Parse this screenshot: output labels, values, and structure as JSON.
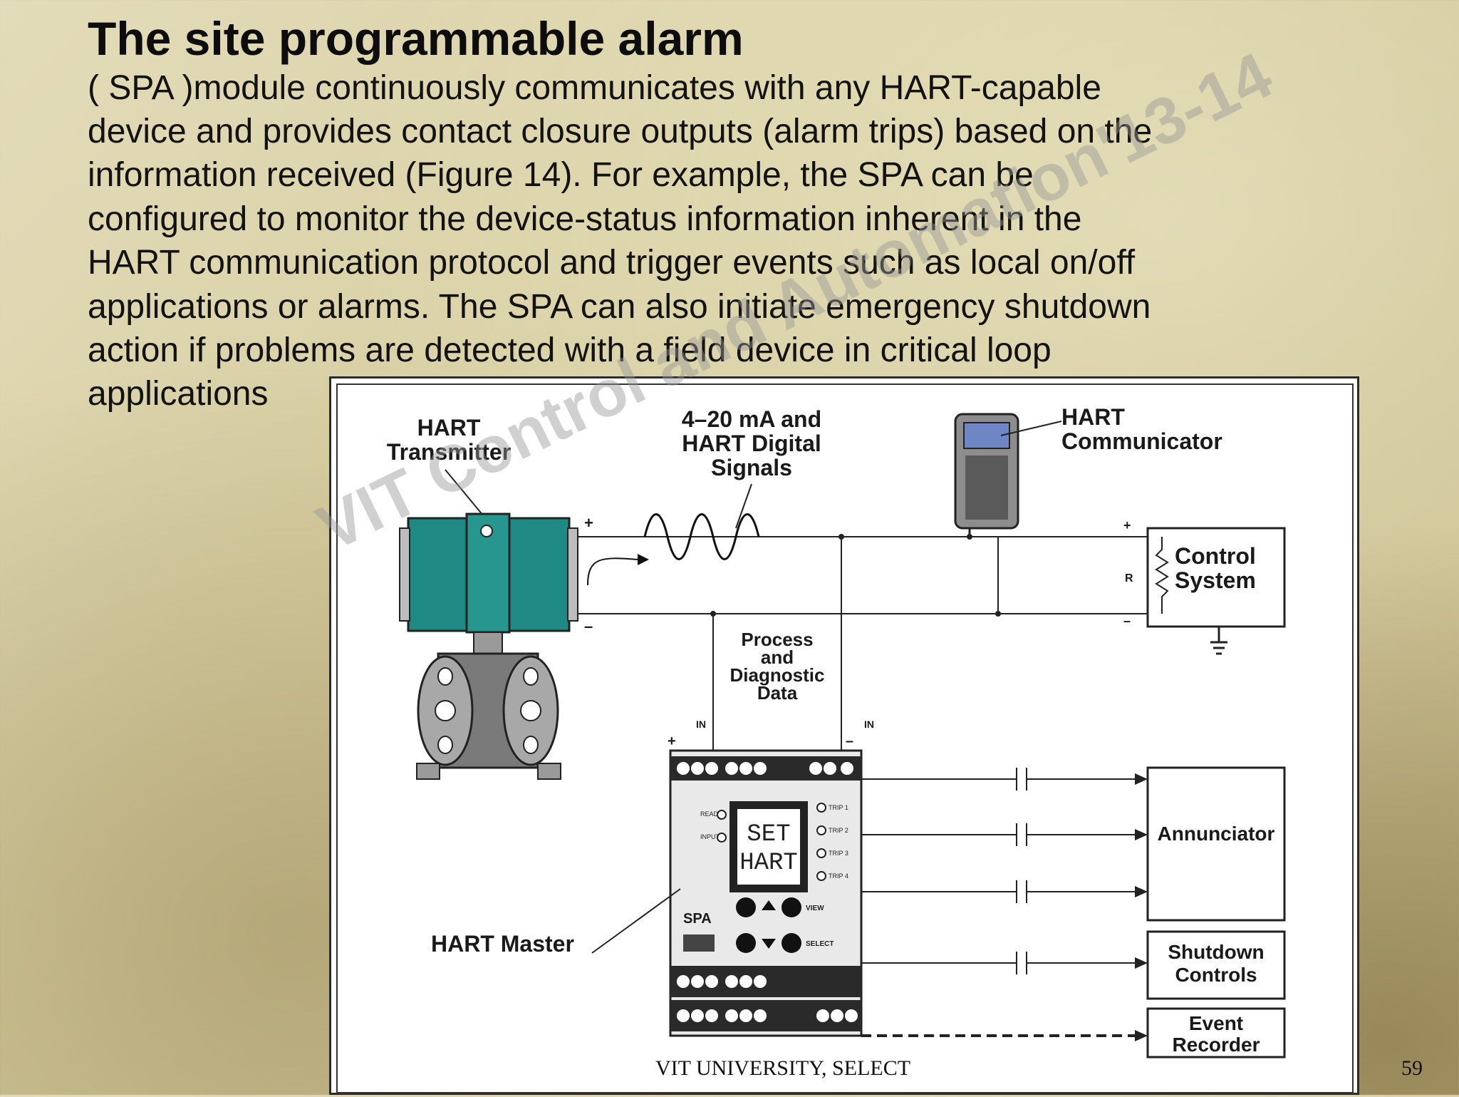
{
  "slide": {
    "title": "The site programmable alarm",
    "body_lines": [
      "( SPA )module continuously communicates with any HART-capable",
      "device and provides contact closure outputs (alarm trips) based on the",
      "information received (Figure 14). For example, the SPA can be",
      "configured to monitor the device-status information inherent in the",
      "HART communication protocol and trigger events such as local on/off",
      "applications or alarms. The SPA can also initiate emergency shutdown",
      "action if problems are detected with a field device in critical loop",
      "applications"
    ],
    "footer": "VIT UNIVERSITY, SELECT",
    "page_number": "59",
    "watermark": "VIT Control and Automation'13-14"
  },
  "diagram": {
    "transmitter_label": [
      "HART",
      "Transmitter"
    ],
    "signal_label": [
      "4–20 mA and",
      "HART Digital",
      "Signals"
    ],
    "communicator_label": [
      "HART",
      "Communicator"
    ],
    "control_system_label": [
      "Control",
      "System"
    ],
    "process_label": [
      "Process",
      "and",
      "Diagnostic",
      "Data"
    ],
    "in_label": "IN",
    "plus": "+",
    "minus": "–",
    "resistor_symbol": "R",
    "spa_display": [
      "SET",
      "HART"
    ],
    "spa_label": "SPA",
    "spa_left_leds": [
      "READY",
      "INPUT"
    ],
    "spa_trip_leds": [
      "TRIP 1",
      "TRIP 2",
      "TRIP 3",
      "TRIP 4"
    ],
    "spa_buttons": [
      "VIEW",
      "SELECT"
    ],
    "hart_master_label": "HART Master",
    "annunciator_label": "Annunciator",
    "shutdown_label": [
      "Shutdown",
      "Controls"
    ],
    "event_label": [
      "Event",
      "Recorder"
    ]
  }
}
